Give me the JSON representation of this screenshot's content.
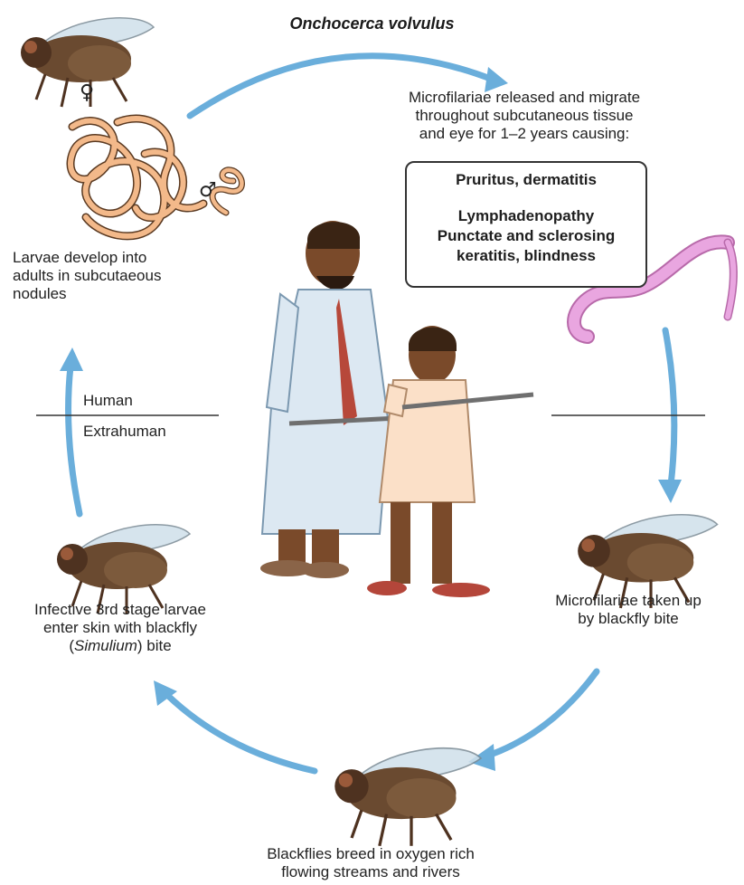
{
  "title": "Onchocerca volvulus",
  "symbols": {
    "female": "♀",
    "male": "♂"
  },
  "zones": {
    "upper": "Human",
    "lower": "Extrahuman"
  },
  "labels": {
    "microfilariae_released": "Microfilariae released and migrate\nthroughout subcutaneous tissue\nand eye for 1–2 years causing:",
    "larvae_develop": "Larvae develop into\nadults in subcutaeous\nnodules",
    "taken_up": "Microfilariae taken up\nby blackfly bite",
    "infective_prefix": "Infective 3rd stage larvae\nenter skin with blackfly\n(",
    "infective_genus": "Simulium",
    "infective_suffix": ") bite",
    "breed": "Blackflies breed in oxygen rich\nflowing streams and rivers"
  },
  "symptoms": {
    "line1": "Pruritus, dermatitis",
    "line2": "Lymphadenopathy",
    "line3": "Punctate and sclerosing",
    "line4": "keratitis, blindness"
  },
  "colors": {
    "arrow": "#6aaedb",
    "worm": "#f3b98a",
    "worm_outline": "#5a3a22",
    "microfilaria": "#e9a6e0",
    "fly_body": "#6a4a30",
    "robe_adult": "#dce8f2",
    "robe_child": "#fbe0c8",
    "skin": "#7a4a2a"
  }
}
